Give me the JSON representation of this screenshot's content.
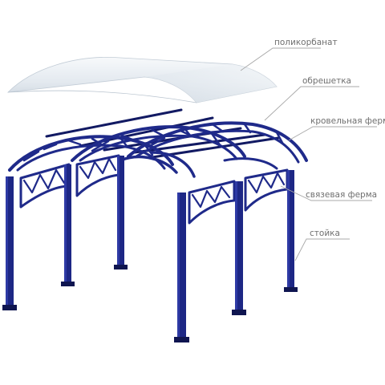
{
  "labels": {
    "polycarbonate": "поликорбанат",
    "lathing": "обрешетка",
    "roof_truss": "кровельная ферма",
    "tie_truss": "связевая ферма",
    "post": "стойка"
  },
  "colors": {
    "frame": "#1f2a8a",
    "frame_dark": "#121a63",
    "sheet_light": "#f2f5f8",
    "sheet_mid": "#d4dde6",
    "label_text": "#6f6f6f",
    "leader_line": "#a8a8a8"
  }
}
